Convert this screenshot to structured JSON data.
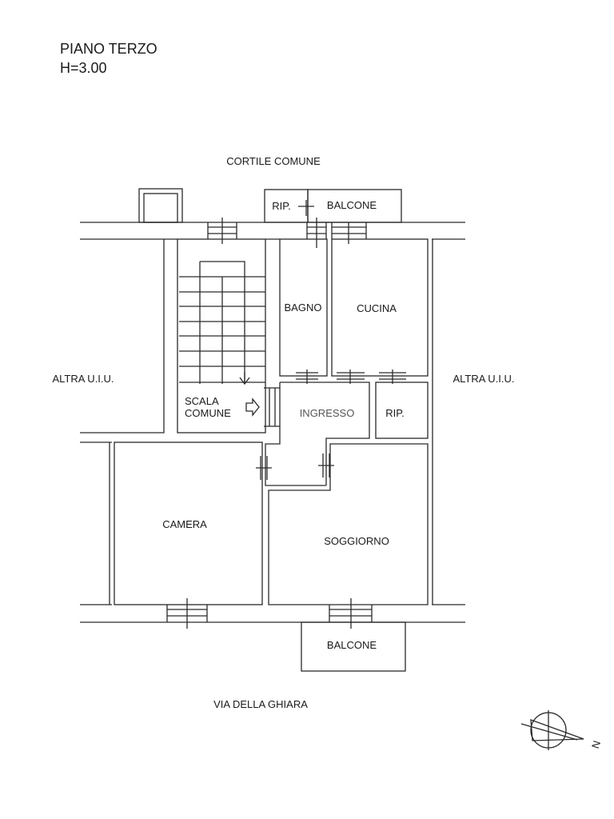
{
  "header": {
    "floor": "PIANO TERZO",
    "height": "H=3.00"
  },
  "labels": {
    "courtyard": "CORTILE COMUNE",
    "storage_top": "RIP.",
    "balcony_top": "BALCONE",
    "bathroom": "BAGNO",
    "kitchen": "CUCINA",
    "other_unit_left": "ALTRA U.I.U.",
    "other_unit_right": "ALTRA U.I.U.",
    "stair_line1": "SCALA",
    "stair_line2": "COMUNE",
    "entrance": "INGRESSO",
    "storage_right": "RIP.",
    "bedroom": "CAMERA",
    "living_room": "SOGGIORNO",
    "balcony_bottom": "BALCONE",
    "street": "VIA DELLA GHIARA",
    "north": "N"
  }
}
